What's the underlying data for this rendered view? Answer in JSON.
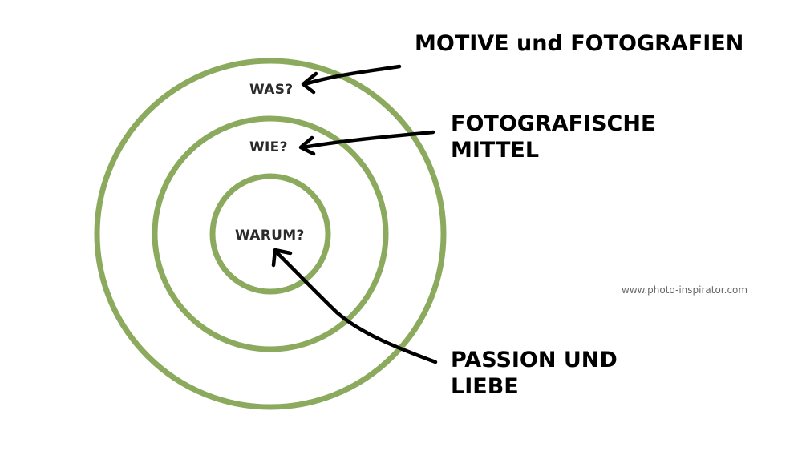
{
  "rings": {
    "outer_label": "WAS?",
    "middle_label": "WIE?",
    "inner_label": "WARUM?",
    "color": "#8caa5e"
  },
  "callouts": {
    "motive": "MOTIVE und FOTOGRAFIEN",
    "mittel_line1": "FOTOGRAFISCHE",
    "mittel_line2": "MITTEL",
    "passion_line1": "PASSION UND",
    "passion_line2": "LIEBE"
  },
  "watermark": "www.photo-inspirator.com",
  "arrow_color": "#000000"
}
